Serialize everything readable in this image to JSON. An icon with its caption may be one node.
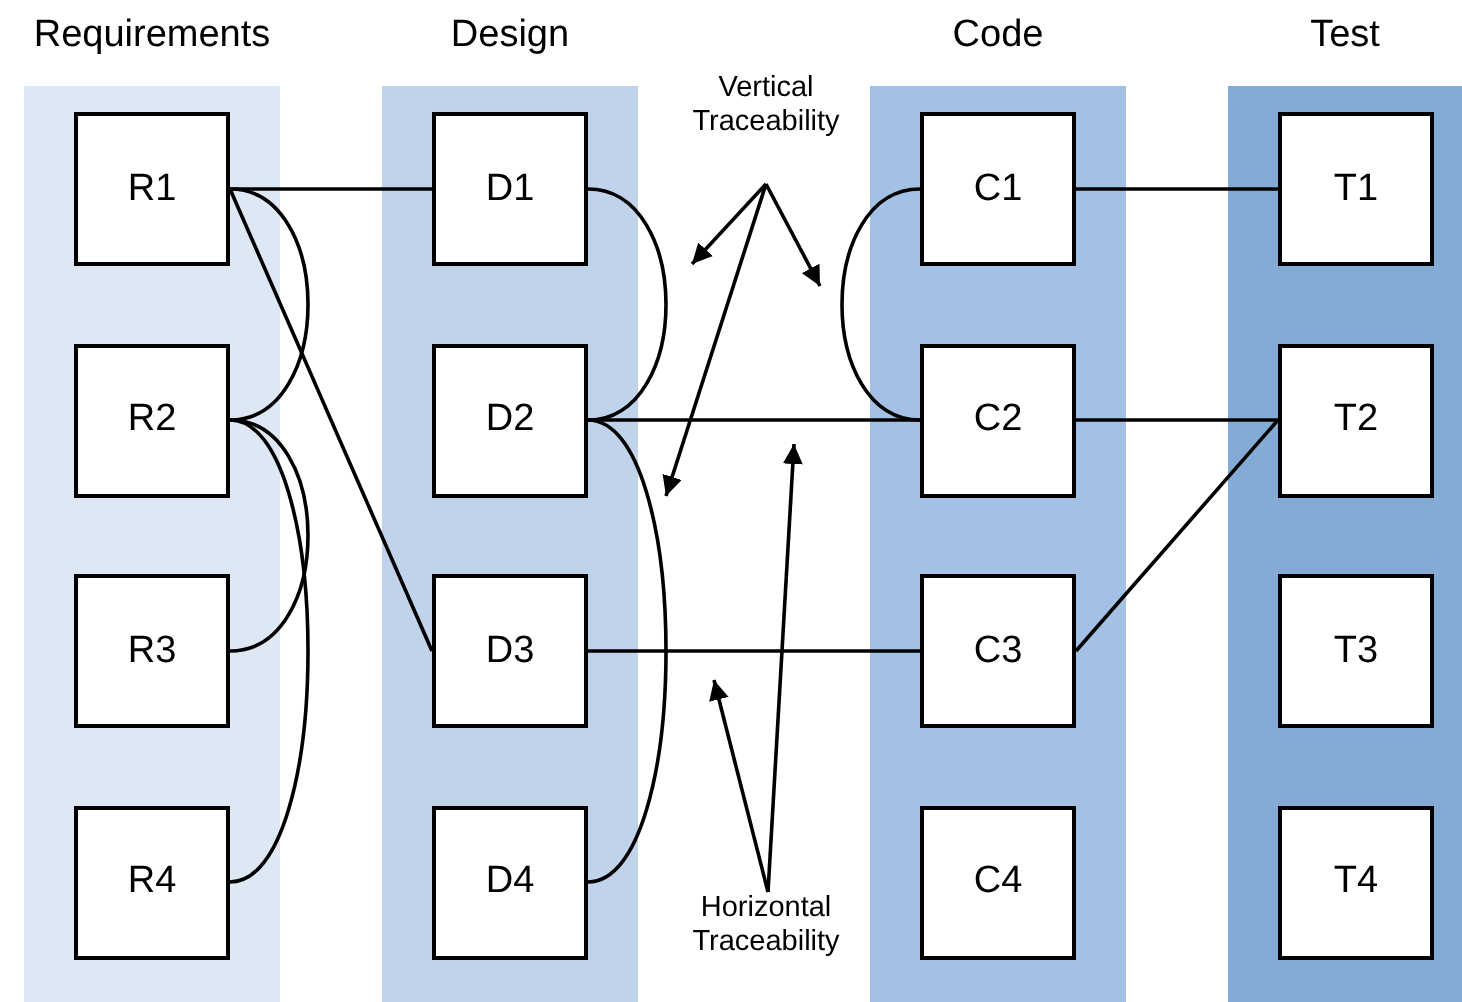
{
  "diagram": {
    "nodes": [
      {
        "text": [
          "Requirements"
        ]
      },
      {
        "text": [
          "R1"
        ],
        "in": 0
      },
      {
        "text": [
          "R2"
        ],
        "in": 0
      },
      {
        "text": [
          "R3"
        ],
        "in": 0
      },
      {
        "text": [
          "R4"
        ],
        "in": 0
      },
      {
        "text": [
          "Design"
        ]
      },
      {
        "text": [
          "D1"
        ],
        "in": 5
      },
      {
        "text": [
          "D2"
        ],
        "in": 5
      },
      {
        "text": [
          "D3"
        ],
        "in": 5
      },
      {
        "text": [
          "D4"
        ],
        "in": 5
      },
      {
        "text": [
          "Code"
        ]
      },
      {
        "text": [
          "C1"
        ],
        "in": 10
      },
      {
        "text": [
          "C2"
        ],
        "in": 10
      },
      {
        "text": [
          "C3"
        ],
        "in": 10
      },
      {
        "text": [
          "C4"
        ],
        "in": 10
      },
      {
        "text": [
          "Test"
        ]
      },
      {
        "text": [
          "T1"
        ],
        "in": 15
      },
      {
        "text": [
          "T2"
        ],
        "in": 15
      },
      {
        "text": [
          "T3"
        ],
        "in": 15
      },
      {
        "text": [
          "T4"
        ],
        "in": 15
      },
      {
        "text": [
          "Vertical Traceability"
        ]
      },
      {
        "text": [
          "Horizontal Traceability"
        ]
      }
    ],
    "edges": [
      {
        "from": 1,
        "to": 6,
        "arrow": "none"
      },
      {
        "from": 1,
        "to": 2,
        "arrow": "none"
      },
      {
        "from": 1,
        "to": 8,
        "arrow": "none"
      },
      {
        "from": 2,
        "to": 3,
        "arrow": "none"
      },
      {
        "from": 2,
        "to": 4,
        "arrow": "none"
      },
      {
        "from": 6,
        "to": 7,
        "arrow": "none"
      },
      {
        "from": 7,
        "to": 12,
        "arrow": "none"
      },
      {
        "from": 7,
        "to": 9,
        "arrow": "none"
      },
      {
        "from": 8,
        "to": 13,
        "arrow": "none"
      },
      {
        "from": 11,
        "to": 12,
        "arrow": "none"
      },
      {
        "from": 11,
        "to": 16,
        "arrow": "none"
      },
      {
        "from": 12,
        "to": 17,
        "arrow": "none"
      },
      {
        "from": 13,
        "to": 17,
        "arrow": "none"
      },
      {
        "from": 20,
        "to": 5,
        "arrow": "to"
      },
      {
        "from": 20,
        "to": 10,
        "arrow": "to"
      },
      {
        "from": 20,
        "to": 5,
        "arrow": "to"
      },
      {
        "from": 21,
        "to": null,
        "arrow": "to"
      },
      {
        "from": 21,
        "to": null,
        "arrow": "to"
      }
    ]
  }
}
